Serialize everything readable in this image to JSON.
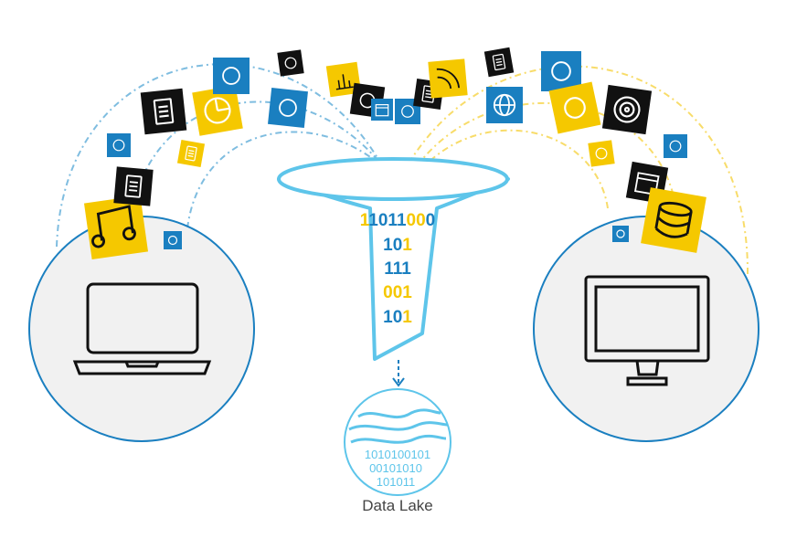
{
  "funnel": {
    "lines": [
      [
        {
          "t": "1",
          "c": "yellow"
        },
        {
          "t": "1011",
          "c": "blue"
        },
        {
          "t": "00",
          "c": "yellow"
        },
        {
          "t": "0",
          "c": "blue"
        }
      ],
      [
        {
          "t": "10",
          "c": "blue"
        },
        {
          "t": "1",
          "c": "yellow"
        }
      ],
      [
        {
          "t": "111",
          "c": "blue"
        }
      ],
      [
        {
          "t": "001",
          "c": "yellow"
        }
      ],
      [
        {
          "t": "10",
          "c": "blue"
        },
        {
          "t": "1",
          "c": "yellow"
        }
      ]
    ]
  },
  "lake": {
    "binary_rows": [
      "1010100101",
      "00101010",
      "101011"
    ],
    "caption": "Data Lake"
  },
  "colors": {
    "blue": "#1a7fc0",
    "yellow": "#f5c800",
    "dark": "#111111",
    "lightblue": "#5ec5ea",
    "circle_fill": "#f1f1f1"
  },
  "devices": {
    "left": "laptop-icon",
    "right": "desktop-monitor-icon"
  },
  "tiles": [
    {
      "name": "music-note-icon",
      "color": "yellow"
    },
    {
      "name": "document-stack-icon",
      "color": "dark"
    },
    {
      "name": "stopwatch-icon",
      "color": "blue"
    },
    {
      "name": "document-icon",
      "color": "dark"
    },
    {
      "name": "mobile-phone-icon",
      "color": "yellow"
    },
    {
      "name": "pie-chart-icon",
      "color": "yellow"
    },
    {
      "name": "chat-bubbles-icon",
      "color": "blue"
    },
    {
      "name": "pen-icon",
      "color": "dark"
    },
    {
      "name": "airplane-icon",
      "color": "blue"
    },
    {
      "name": "bar-chart-icon",
      "color": "yellow"
    },
    {
      "name": "lightbulb-icon",
      "color": "dark"
    },
    {
      "name": "calendar-small-icon",
      "color": "blue"
    },
    {
      "name": "bird-icon",
      "color": "blue"
    },
    {
      "name": "notebook-icon",
      "color": "dark"
    },
    {
      "name": "rss-feed-icon",
      "color": "yellow"
    },
    {
      "name": "tablet-icon",
      "color": "dark"
    },
    {
      "name": "globe-icon",
      "color": "blue"
    },
    {
      "name": "brain-icon",
      "color": "blue"
    },
    {
      "name": "magnifier-chart-icon",
      "color": "yellow"
    },
    {
      "name": "target-icon",
      "color": "dark"
    },
    {
      "name": "camera-icon",
      "color": "yellow"
    },
    {
      "name": "idea-icon",
      "color": "blue"
    },
    {
      "name": "calendar-icon",
      "color": "dark"
    },
    {
      "name": "database-icon",
      "color": "yellow"
    },
    {
      "name": "tag-icon",
      "color": "blue"
    },
    {
      "name": "bird-small-icon",
      "color": "blue"
    }
  ]
}
